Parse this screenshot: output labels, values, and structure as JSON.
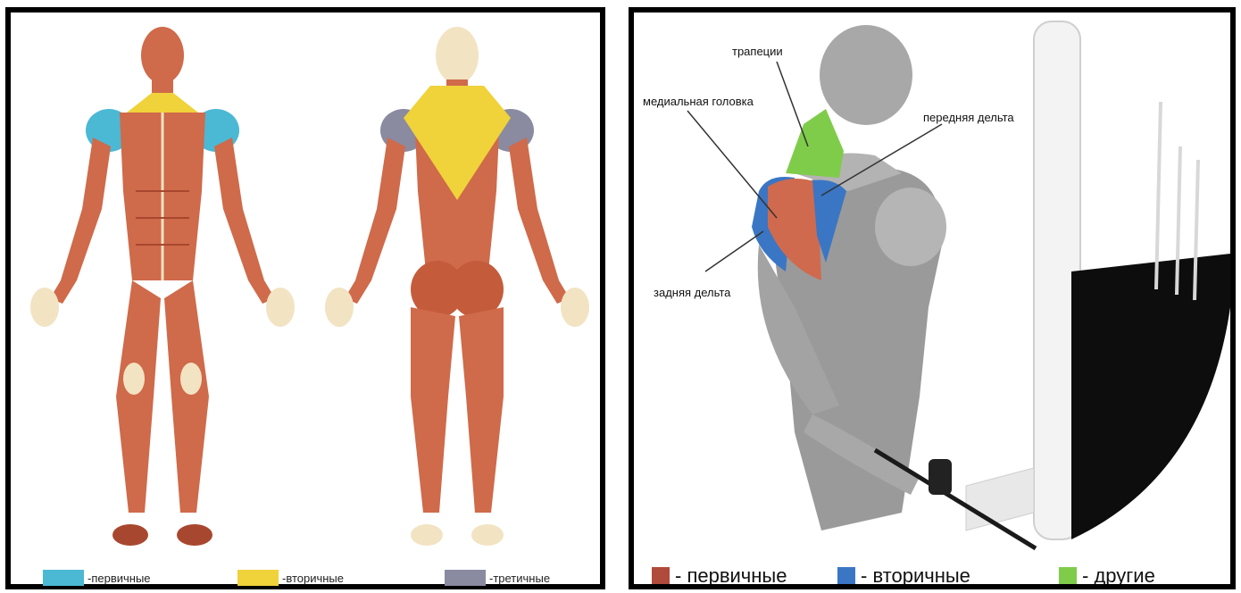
{
  "left_panel": {
    "legend": [
      {
        "text": "-первичные",
        "color": "#4bb8d4"
      },
      {
        "text": "-вторичные",
        "color": "#f0d23a"
      },
      {
        "text": "-третичные",
        "color": "#8a8aa0"
      }
    ]
  },
  "right_panel": {
    "labels": {
      "trapezius": "трапеции",
      "medial_head": "медиальная головка",
      "front_delt": "передняя дельта",
      "rear_delt": "задняя дельта"
    },
    "legend": [
      {
        "text": "- первичные",
        "color": "#b04a3a"
      },
      {
        "text": "- вторичные",
        "color": "#3a76c4"
      },
      {
        "text": "- другие",
        "color": "#7fcc4a"
      }
    ]
  },
  "colors": {
    "muscle": "#cf6a4a",
    "muscle_dark": "#a8472f",
    "tendon": "#f2e3c3",
    "gray_body": "#9a9a9a"
  }
}
